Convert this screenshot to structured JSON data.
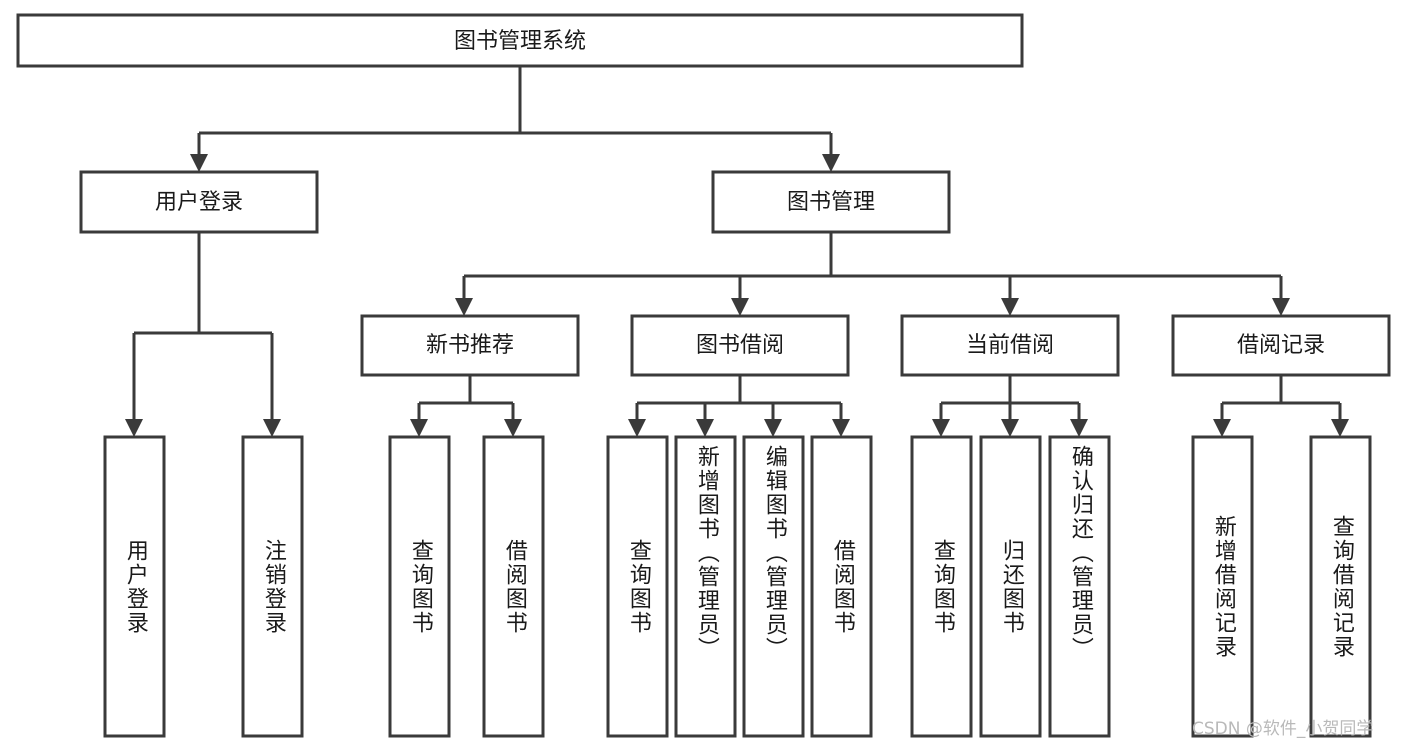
{
  "diagram": {
    "title": "图书管理系统",
    "type": "tree-hierarchy",
    "watermark": "CSDN @软件_小贺同学",
    "colors": {
      "stroke": "#3a3a3a",
      "fill": "#ffffff",
      "text": "#1a1a1a",
      "watermark": "#b9b9b9"
    },
    "levels": {
      "root": {
        "label": "图书管理系统",
        "orientation": "horizontal"
      },
      "level2": [
        {
          "label": "用户登录",
          "orientation": "horizontal"
        },
        {
          "label": "图书管理",
          "orientation": "horizontal"
        }
      ],
      "level3": [
        {
          "label": "新书推荐",
          "orientation": "horizontal"
        },
        {
          "label": "图书借阅",
          "orientation": "horizontal"
        },
        {
          "label": "当前借阅",
          "orientation": "horizontal"
        },
        {
          "label": "借阅记录",
          "orientation": "horizontal"
        }
      ],
      "leaves": [
        {
          "label": "用户登录",
          "orientation": "vertical",
          "parent": "用户登录"
        },
        {
          "label": "注销登录",
          "orientation": "vertical",
          "parent": "用户登录"
        },
        {
          "label": "查询图书",
          "orientation": "vertical",
          "parent": "新书推荐"
        },
        {
          "label": "借阅图书",
          "orientation": "vertical",
          "parent": "新书推荐"
        },
        {
          "label": "查询图书",
          "orientation": "vertical",
          "parent": "图书借阅"
        },
        {
          "label": "新增图书（管理员）",
          "orientation": "vertical",
          "parent": "图书借阅"
        },
        {
          "label": "编辑图书（管理员）",
          "orientation": "vertical",
          "parent": "图书借阅"
        },
        {
          "label": "借阅图书",
          "orientation": "vertical",
          "parent": "图书借阅"
        },
        {
          "label": "查询图书",
          "orientation": "vertical",
          "parent": "当前借阅"
        },
        {
          "label": "归还图书",
          "orientation": "vertical",
          "parent": "当前借阅"
        },
        {
          "label": "确认归还（管理员）",
          "orientation": "vertical",
          "parent": "当前借阅"
        },
        {
          "label": "新增借阅记录",
          "orientation": "vertical",
          "parent": "借阅记录"
        },
        {
          "label": "查询借阅记录",
          "orientation": "vertical",
          "parent": "借阅记录"
        }
      ]
    }
  }
}
